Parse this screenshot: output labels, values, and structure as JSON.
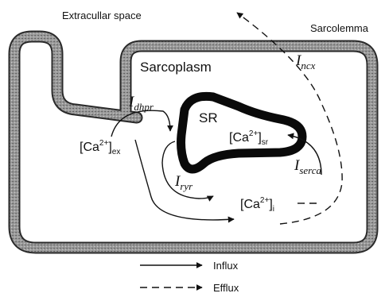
{
  "labels": {
    "extracellular": "Extracullar space",
    "sarcolemma": "Sarcolemma",
    "sarcoplasm": "Sarcoplasm",
    "sr": "SR",
    "ca_ex": {
      "base": "[Ca",
      "sup": "2+",
      "close": "]",
      "sub": "ex"
    },
    "ca_sr": {
      "base": "[Ca",
      "sup": "2+",
      "close": "]",
      "sub": "sr"
    },
    "ca_i": {
      "base": "[Ca",
      "sup": "2+",
      "close": "]",
      "sub": "i"
    }
  },
  "currents": {
    "ncx": {
      "base": "I",
      "sub": "ncx"
    },
    "dhpr": {
      "base": "I",
      "sub": "dhpr"
    },
    "ryr": {
      "base": "I",
      "sub": "ryr"
    },
    "serca": {
      "base": "I",
      "sub": "serca"
    }
  },
  "legend": {
    "influx": "Influx",
    "efflux": "Efflux"
  },
  "colors": {
    "membrane_fill": "#9a9a9a",
    "membrane_edge": "#2a2a2a",
    "sr_wall": "#0a0a0a",
    "arrow": "#111111"
  }
}
